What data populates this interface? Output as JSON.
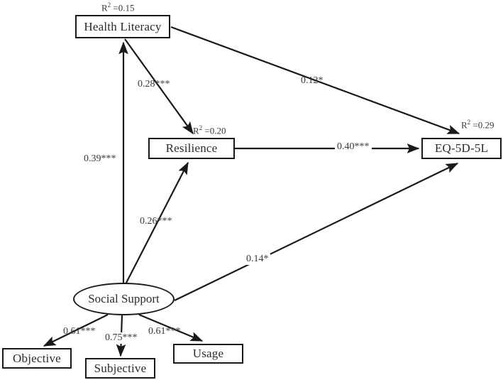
{
  "diagram": {
    "title": "Structural equation model path diagram",
    "type": "path-diagram",
    "stroke_color": "#1a1a1a",
    "text_color": "#2b2b2b",
    "background": "#ffffff",
    "nodes": [
      {
        "id": "health_literacy",
        "label": "Health Literacy",
        "shape": "rectangle",
        "r2_prefix": "R",
        "r2_exp": "2",
        "r2_value": "=0.15"
      },
      {
        "id": "resilience",
        "label": "Resilience",
        "shape": "rectangle",
        "r2_prefix": "R",
        "r2_exp": "2",
        "r2_value": "=0.20"
      },
      {
        "id": "eq5d5l",
        "label": "EQ-5D-5L",
        "shape": "rectangle",
        "r2_prefix": "R",
        "r2_exp": "2",
        "r2_value": "=0.29"
      },
      {
        "id": "social_support",
        "label": "Social Support",
        "shape": "ellipse"
      },
      {
        "id": "objective",
        "label": "Objective",
        "shape": "rectangle"
      },
      {
        "id": "subjective",
        "label": "Subjective",
        "shape": "rectangle"
      },
      {
        "id": "usage",
        "label": "Usage",
        "shape": "rectangle"
      }
    ],
    "edges": [
      {
        "id": "hl_to_res",
        "from": "health_literacy",
        "to": "resilience",
        "label": "0.28***"
      },
      {
        "id": "hl_to_eq",
        "from": "health_literacy",
        "to": "eq5d5l",
        "label": "0.12*"
      },
      {
        "id": "ss_to_hl",
        "from": "social_support",
        "to": "health_literacy",
        "label": "0.39***"
      },
      {
        "id": "res_to_eq",
        "from": "resilience",
        "to": "eq5d5l",
        "label": "0.40***"
      },
      {
        "id": "ss_to_res",
        "from": "social_support",
        "to": "resilience",
        "label": "0.26***"
      },
      {
        "id": "ss_to_eq",
        "from": "social_support",
        "to": "eq5d5l",
        "label": "0.14*"
      },
      {
        "id": "ss_to_objective",
        "from": "social_support",
        "to": "objective",
        "label": "0.61***"
      },
      {
        "id": "ss_to_subjective",
        "from": "social_support",
        "to": "subjective",
        "label": "0.75***"
      },
      {
        "id": "ss_to_usage",
        "from": "social_support",
        "to": "usage",
        "label": "0.61***"
      }
    ]
  },
  "chart_data": {
    "type": "diagram",
    "title": "Structural equation model of health literacy, resilience, social support and EQ-5D-5L",
    "variance_explained": {
      "Health Literacy": 0.15,
      "Resilience": 0.2,
      "EQ-5D-5L": 0.29
    },
    "paths": [
      {
        "from": "Health Literacy",
        "to": "Resilience",
        "coefficient": 0.28,
        "significance": "***"
      },
      {
        "from": "Health Literacy",
        "to": "EQ-5D-5L",
        "coefficient": 0.12,
        "significance": "*"
      },
      {
        "from": "Social Support",
        "to": "Health Literacy",
        "coefficient": 0.39,
        "significance": "***"
      },
      {
        "from": "Resilience",
        "to": "EQ-5D-5L",
        "coefficient": 0.4,
        "significance": "***"
      },
      {
        "from": "Social Support",
        "to": "Resilience",
        "coefficient": 0.26,
        "significance": "***"
      },
      {
        "from": "Social Support",
        "to": "EQ-5D-5L",
        "coefficient": 0.14,
        "significance": "*"
      },
      {
        "from": "Social Support",
        "to": "Objective",
        "coefficient": 0.61,
        "significance": "***"
      },
      {
        "from": "Social Support",
        "to": "Subjective",
        "coefficient": 0.75,
        "significance": "***"
      },
      {
        "from": "Social Support",
        "to": "Usage",
        "coefficient": 0.61,
        "significance": "***"
      }
    ]
  }
}
